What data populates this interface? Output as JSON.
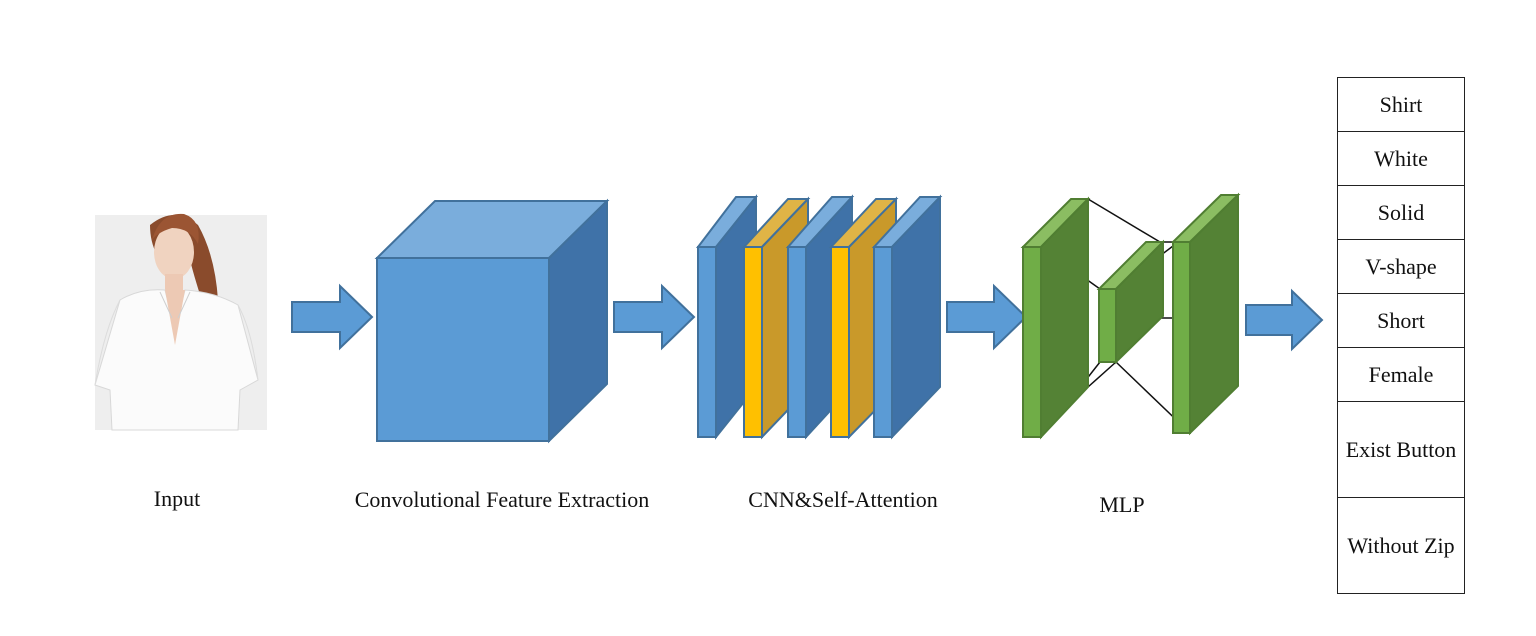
{
  "stages": {
    "input_label": "Input",
    "conv_label": "Convolutional Feature Extraction",
    "attention_label": "CNN&Self-Attention",
    "mlp_label": "MLP"
  },
  "outputs": [
    "Shirt",
    "White",
    "Solid",
    "V-shape",
    "Short",
    "Female",
    "Exist Button",
    "Without Zip"
  ],
  "colors": {
    "blue_front": "#5b9bd5",
    "blue_top": "#7aaddc",
    "blue_side": "#3f72a8",
    "yellow_front": "#ffc000",
    "yellow_side": "#c9992a",
    "green_front": "#70ad47",
    "green_side": "#548235",
    "arrow": "#5b9bd5"
  },
  "icons": {
    "input_image": "fashion-photo-woman-white-shirt"
  }
}
